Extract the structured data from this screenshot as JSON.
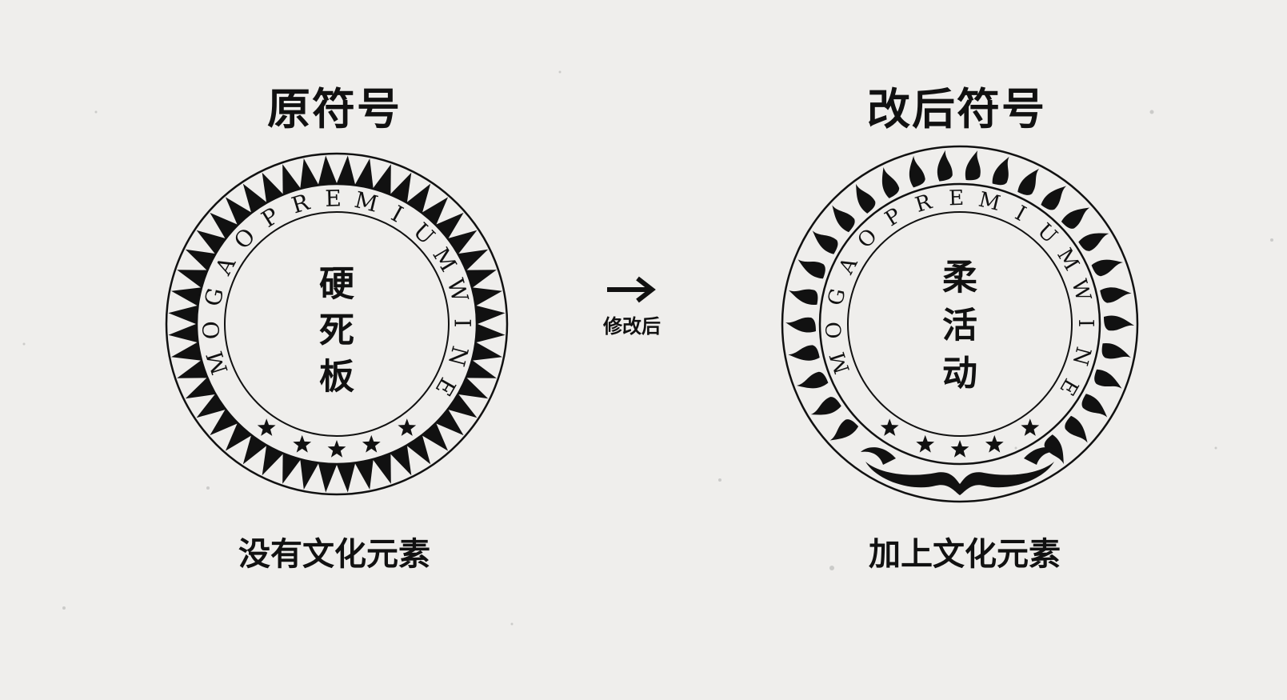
{
  "left": {
    "title": "原符号",
    "caption": "没有文化元素",
    "ring_text": "MOGAOPREMIUMWINE",
    "center_chars": [
      "硬",
      "死",
      "板"
    ],
    "border_style": "sawtooth"
  },
  "right": {
    "title": "改后符号",
    "caption": "加上文化元素",
    "ring_text": "MOGAOPREMIUMWINE",
    "center_chars": [
      "柔",
      "活",
      "动"
    ],
    "border_style": "flames"
  },
  "arrow": {
    "symbol": "→",
    "label": "修改后"
  },
  "colors": {
    "background": "#efeeec",
    "ink": "#111111"
  },
  "icons": [
    "star-icon",
    "arrow-right-icon"
  ]
}
